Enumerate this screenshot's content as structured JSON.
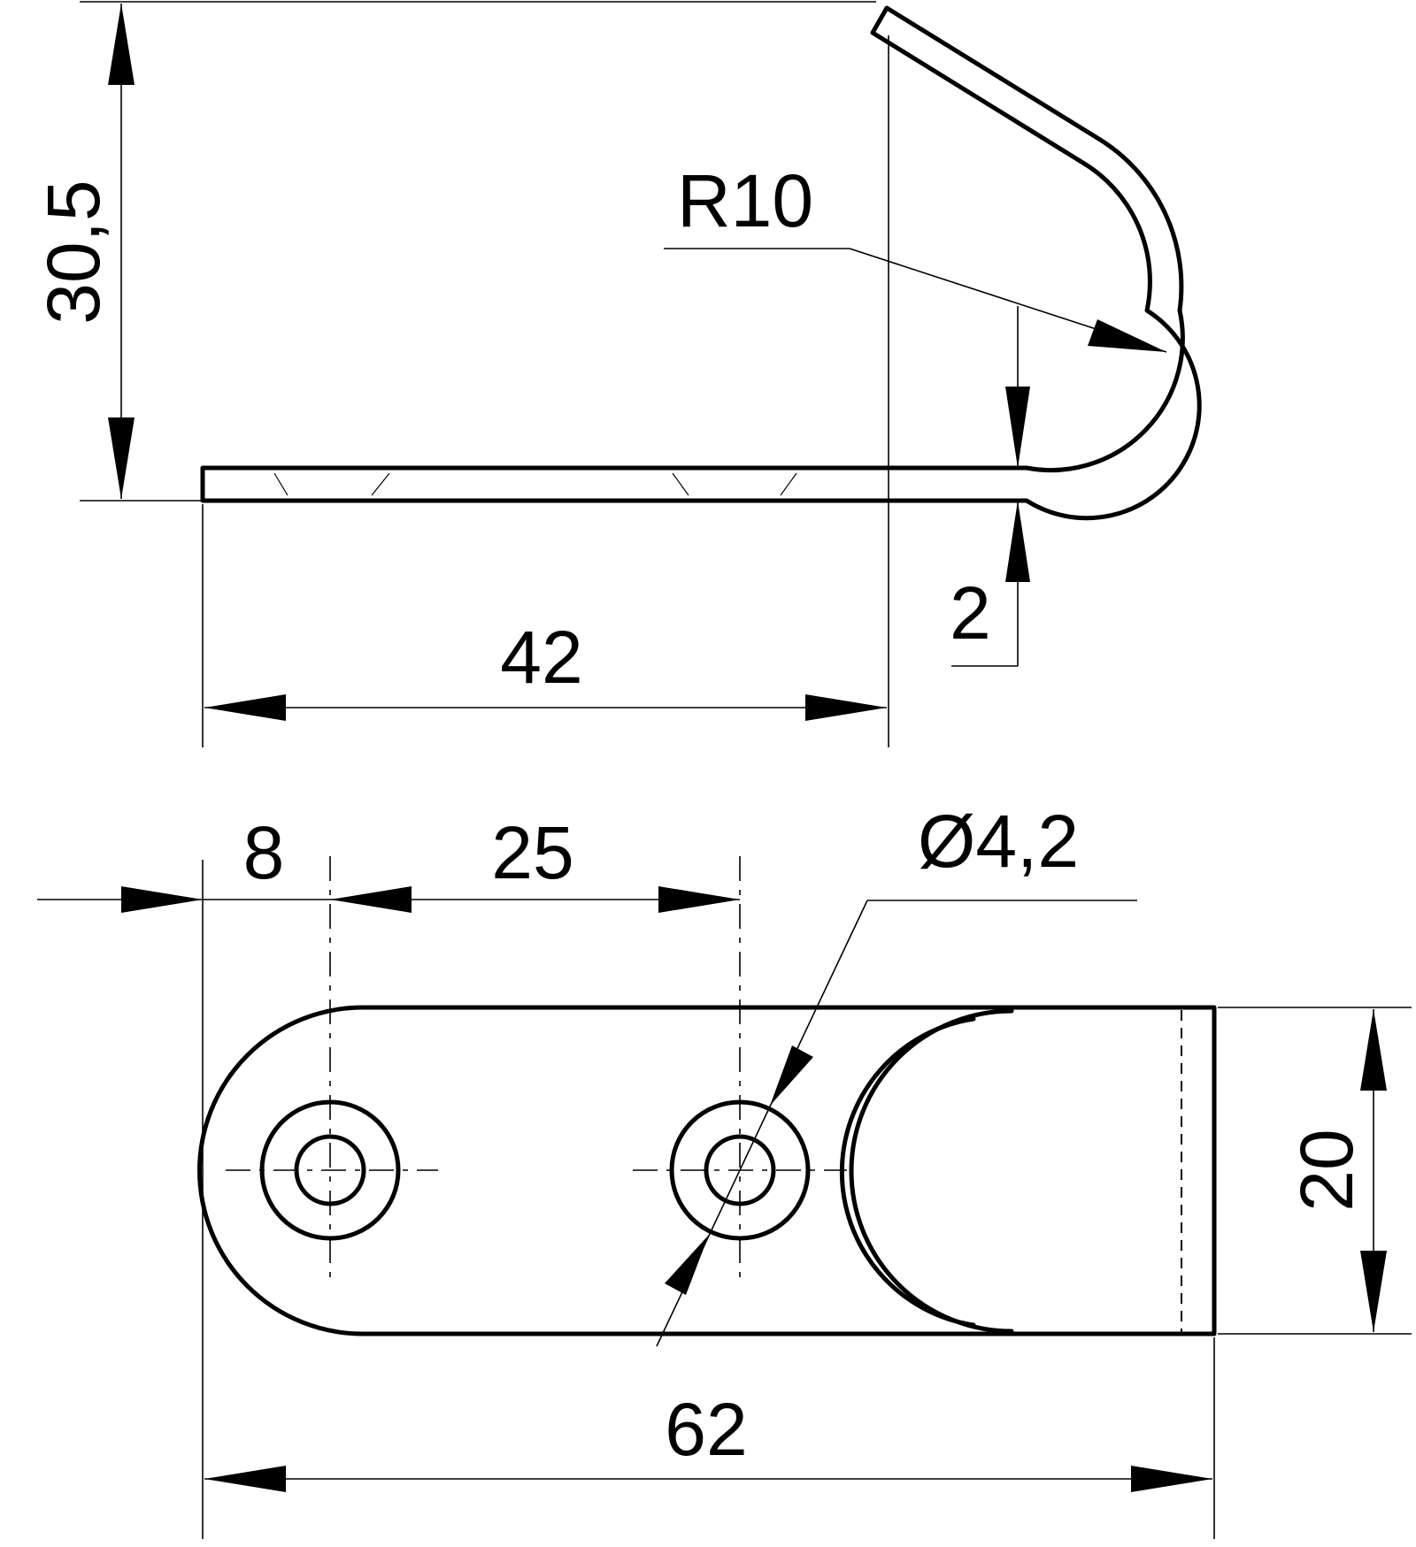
{
  "dimensions": {
    "height_total": "30,5",
    "bend_radius": "R10",
    "thickness": "2",
    "bend_length": "42",
    "hole1_offset": "8",
    "hole_spacing": "25",
    "hole_diameter": "Ø4,2",
    "width": "20",
    "overall_length": "62"
  },
  "colors": {
    "line": "#000000",
    "background": "#ffffff"
  }
}
